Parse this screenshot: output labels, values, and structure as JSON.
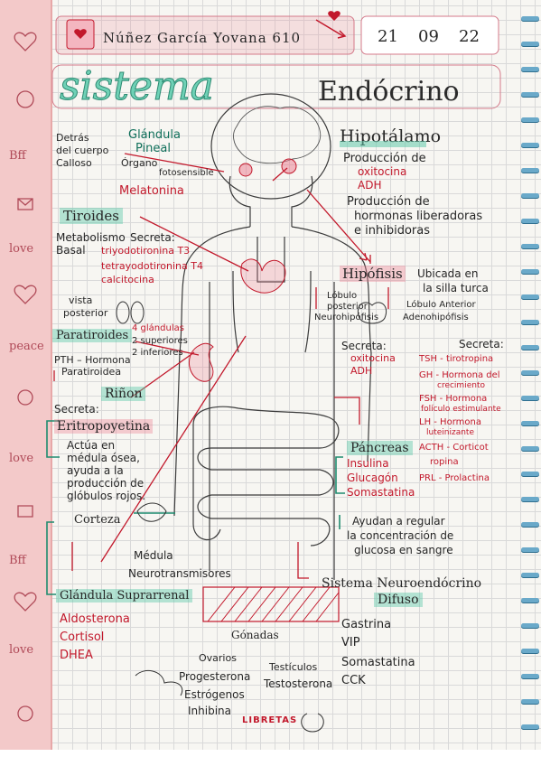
{
  "header": {
    "name": "Núñez García Yovana 610",
    "date": {
      "day": "21",
      "month": "09",
      "year": "22"
    }
  },
  "title": {
    "part1": "sistema",
    "part2": "Endócrino"
  },
  "glandula_pineal": {
    "location": [
      "Detrás",
      "del cuerpo",
      "Calloso"
    ],
    "name": [
      "Glándula",
      "Pineal"
    ],
    "organ": [
      "Órgano",
      "fotosensible"
    ],
    "hormone": "Melatonina"
  },
  "tiroides": {
    "title": "Tiroides",
    "metabolism": "Metabolismo",
    "basal": "Basal",
    "secreta": "Secreta:",
    "items": [
      "triyodotironina T3",
      "tetrayodotironina T4",
      "calcitocina"
    ]
  },
  "paratiroides": {
    "vista": [
      "vista",
      "posterior"
    ],
    "title": "Paratiroides",
    "glands": [
      "4 glándulas",
      "2 superiores",
      "2 inferiores"
    ],
    "pth": [
      "PTH – Hormona",
      "Paratiroidea"
    ]
  },
  "rinon": {
    "title": "Riñon",
    "secreta": "Secreta:",
    "hormone": "Eritropoyetina",
    "description": [
      "Actúa en",
      "médula ósea,",
      "ayuda a la",
      "producción de",
      "glóbulos rojos."
    ]
  },
  "suprarrenal": {
    "corteza": "Corteza",
    "medula": "Médula",
    "medula_product": "Neurotransmisores",
    "title": "Glándula Suprarrenal",
    "items": [
      "Aldosterona",
      "Cortisol",
      "DHEA"
    ]
  },
  "hipotalamo": {
    "title": "Hipotálamo",
    "items": [
      {
        "label": "Producción de",
        "sub": [
          "oxitocina",
          "ADH"
        ]
      },
      {
        "label": "Producción de hormonas liberadoras e inhibidoras",
        "lines": [
          "Producción de",
          "hormonas liberadoras",
          "e inhibidoras"
        ]
      }
    ]
  },
  "hipofisis": {
    "title": "Hipófisis",
    "location": [
      "Ubicada en",
      "la silla turca"
    ],
    "posterior": [
      "Lóbulo",
      "posterior",
      "Neurohipófisis"
    ],
    "anterior": [
      "Lóbulo Anterior",
      "Adenohipófisis"
    ],
    "secreta_post": "Secreta:",
    "post_items": [
      "oxitocina",
      "ADH"
    ],
    "secreta_ant": "Secreta:",
    "ant_items": [
      [
        "TSH - tirotropina"
      ],
      [
        "GH - Hormona del",
        "crecimiento"
      ],
      [
        "FSH - Hormona",
        "folículo estimulante"
      ],
      [
        "LH - Hormona",
        "luteinizante"
      ],
      [
        "ACTH - Corticot",
        "ropina"
      ],
      [
        "PRL - Prolactina"
      ]
    ]
  },
  "pancreas": {
    "title": "Páncreas",
    "items": [
      "Insulina",
      "Glucagón",
      "Somastatina"
    ],
    "function": [
      "Ayudan a regular",
      "la concentración de",
      "glucosa en sangre"
    ]
  },
  "difuso": {
    "title": [
      "Sistema Neuroendócrino",
      "Difuso"
    ],
    "items": [
      "Gastrina",
      "VIP",
      "Somastatina",
      "CCK"
    ]
  },
  "gonadas": {
    "title": "Gónadas",
    "ovarios": {
      "title": "Ovarios",
      "items": [
        "Progesterona",
        "Estrógenos",
        "Inhibina"
      ]
    },
    "testiculos": {
      "title": "Testículos",
      "items": [
        "Testosterona"
      ]
    }
  },
  "brand": "LIBRETAS",
  "margin_doodles": [
    "Bff",
    "love",
    "peace",
    "love",
    "Bff",
    "love"
  ],
  "colors": {
    "accent_teal": "#60c9aa",
    "accent_red": "#c2182b",
    "margin_pink": "#f3c9c9",
    "ring": "#6aa9c9"
  }
}
